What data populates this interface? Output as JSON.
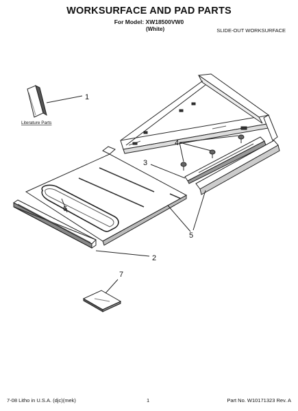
{
  "header": {
    "title": "WORKSURFACE AND PAD PARTS",
    "model": "For Model: XW18500VW0",
    "color": "(White)",
    "section": "SLIDE-OUT WORKSURFACE"
  },
  "labels": {
    "literature": "Literature Parts",
    "callout_1": "1",
    "callout_2": "2",
    "callout_3": "3",
    "callout_4": "4",
    "callout_5": "5",
    "callout_6": "6",
    "callout_7": "7"
  },
  "footer": {
    "left": "7-08 Litho in U.S.A. (djc)(mek)",
    "page": "1",
    "part_no": "Part No. W10171323 Rev. A"
  }
}
